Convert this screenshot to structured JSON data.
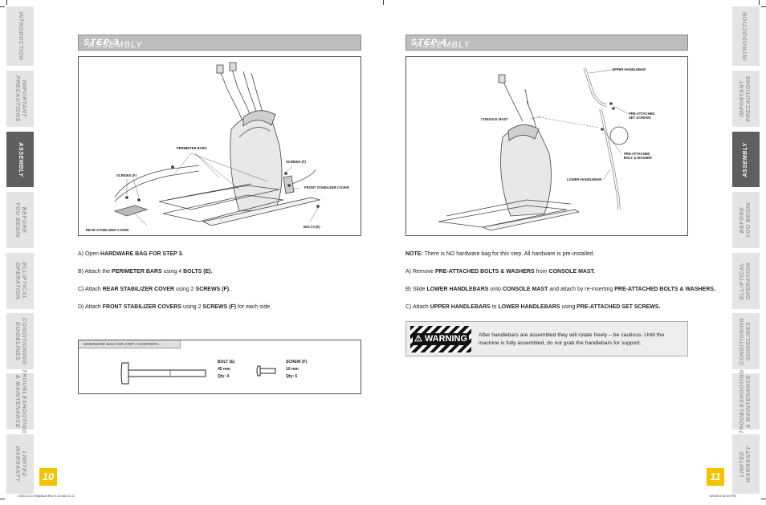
{
  "left_tabs": [
    {
      "label": "INTRODUCTION",
      "active": false
    },
    {
      "label": "IMPORTANT\nPRECAUTIONS",
      "active": false
    },
    {
      "label": "ASSEMBLY",
      "active": true
    },
    {
      "label": "BEFORE\nYOU BEGIN",
      "active": false
    },
    {
      "label": "ELLIPTICAL\nOPERATION",
      "active": false
    },
    {
      "label": "CONDITIONING\nGUIDELINES",
      "active": false
    },
    {
      "label": "TROUBLESHOOTING\n& MAINTENANCE",
      "active": false
    },
    {
      "label": "LIMITED\nWARRANTY",
      "active": false
    }
  ],
  "right_tabs": [
    {
      "label": "INTRODUCTION",
      "active": false
    },
    {
      "label": "IMPORTANT\nPRECAUTIONS",
      "active": false
    },
    {
      "label": "ASSEMBLY",
      "active": true
    },
    {
      "label": "BEFORE\nYOU BEGIN",
      "active": false
    },
    {
      "label": "ELLIPTICAL\nOPERATION",
      "active": false
    },
    {
      "label": "CONDITIONING\nGUIDELINES",
      "active": false
    },
    {
      "label": "TROUBLESHOOTING\n& MAINTENANCE",
      "active": false
    },
    {
      "label": "LIMITED\nWARRANTY",
      "active": false
    }
  ],
  "left_page": {
    "header_prefix": "ASSEMBLY",
    "header_step": "STEP 3",
    "callouts": {
      "perimeter_bars": "PERIMETER BARS",
      "screws_f_left": "SCREWS (F)",
      "screws_f_right": "SCREWS (F)",
      "front_stabilizer_cover": "FRONT STABILIZER COVER",
      "rear_stabilizer_cover": "REAR STABILIZER COVER",
      "bolts_e": "BOLTS (E)"
    },
    "instructions": [
      {
        "pre": "A) Open ",
        "b1": "HARDWARE BAG FOR STEP 3.",
        "mid": "",
        "b2": "",
        "post": ""
      },
      {
        "pre": "B) Attach the ",
        "b1": "PERIMETER BARS",
        "mid": " using 4 ",
        "b2": "BOLTS (E).",
        "post": ""
      },
      {
        "pre": "C) Attach ",
        "b1": "REAR STABILIZER COVER",
        "mid": " using 2 ",
        "b2": "SCREWS (F).",
        "post": ""
      },
      {
        "pre": "D) Attach ",
        "b1": "FRONT STABILIZER COVERS",
        "mid": " using 2 ",
        "b2": "SCREWS (F)",
        "post": " for each side."
      }
    ],
    "hardware": {
      "title": "HARDWARE BAG FOR STEP 3 CONTENTS :",
      "bolt": {
        "name": "BOLT (E)",
        "size": "45 mm",
        "qty": "Qty: 4"
      },
      "screw": {
        "name": "SCREW (F)",
        "size": "10 mm",
        "qty": "Qty: 6"
      }
    },
    "page_number": "10"
  },
  "right_page": {
    "header_prefix": "ASSEMBLY",
    "header_step": "STEP 4",
    "callouts": {
      "upper_handlebar": "UPPER HANDLEBAR",
      "pre_attached_set_screws": "PRE-ATTACHED\nSET SCREWS",
      "console_mast": "CONSOLE MAST",
      "pre_attached_bolt_washer": "PRE-ATTACHED\nBOLT & WASHER",
      "lower_handlebar": "LOWER HANDLEBAR"
    },
    "note_label": "NOTE:",
    "note_text": " There is NO hardware bag for this step. All hardware is pre-installed.",
    "instructions": [
      {
        "pre": "A) Remove ",
        "b1": "PRE-ATTACHED BOLTS & WASHERS",
        "mid": " from ",
        "b2": "CONSOLE MAST.",
        "mid2": "",
        "b3": ""
      },
      {
        "pre": "B) Slide ",
        "b1": "LOWER HANDLEBARS",
        "mid": " onto ",
        "b2": "CONSOLE MAST",
        "mid2": " and attach by re-inserting ",
        "b3": "PRE-ATTACHED BOLTS & WASHERS."
      },
      {
        "pre": "C) Attach ",
        "b1": "UPPER HANDLEBARS",
        "mid": " to ",
        "b2": "LOWER HANDLEBARS",
        "mid2": " using ",
        "b3": "PRE-ATTACHED SET SCREWS."
      }
    ],
    "warning": {
      "label": "WARNING",
      "line1": "After handlebars are assembled they will rotate freely – be cautious. Until the",
      "line2": "machine is fully assembled, do not grab the handlebars for support."
    },
    "page_number": "11"
  },
  "footer": {
    "left": "CSE3.5-4.5 Elliptical Rev 0.4.indd   10-11",
    "right": "6/5/05   6:42:09 PM"
  },
  "colors": {
    "tab_bg": "#e4e4e4",
    "tab_active": "#5f5f5f",
    "page_number": "#f3c300",
    "header_bg": "#bdbdbd"
  }
}
